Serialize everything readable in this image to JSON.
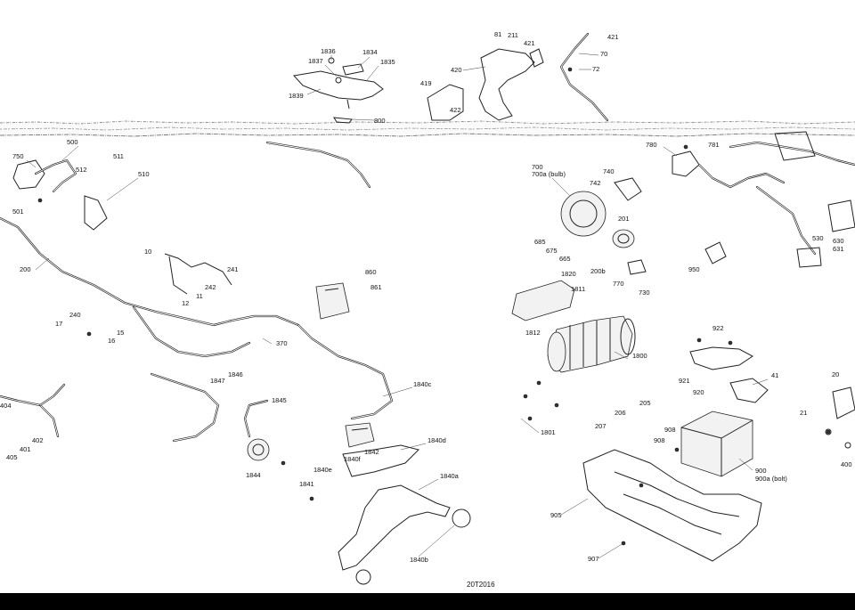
{
  "drawing_id": "20T2016",
  "callouts": [
    {
      "id": "c1836",
      "text": "1836"
    },
    {
      "id": "c1834",
      "text": "1834"
    },
    {
      "id": "c1837",
      "text": "1837"
    },
    {
      "id": "c1835",
      "text": "1835"
    },
    {
      "id": "c1839",
      "text": "1839"
    },
    {
      "id": "c800",
      "text": "800"
    },
    {
      "id": "c81",
      "text": "81"
    },
    {
      "id": "c211",
      "text": "211"
    },
    {
      "id": "c421a",
      "text": "421"
    },
    {
      "id": "c421b",
      "text": "421"
    },
    {
      "id": "c70",
      "text": "70"
    },
    {
      "id": "c72",
      "text": "72"
    },
    {
      "id": "c420",
      "text": "420"
    },
    {
      "id": "c419",
      "text": "419"
    },
    {
      "id": "c422",
      "text": "422"
    },
    {
      "id": "c750",
      "text": "750"
    },
    {
      "id": "c500",
      "text": "500"
    },
    {
      "id": "c512",
      "text": "512"
    },
    {
      "id": "c511",
      "text": "511"
    },
    {
      "id": "c510",
      "text": "510"
    },
    {
      "id": "c501",
      "text": "501"
    },
    {
      "id": "c200",
      "text": "200"
    },
    {
      "id": "c10",
      "text": "10"
    },
    {
      "id": "c241",
      "text": "241"
    },
    {
      "id": "c242",
      "text": "242"
    },
    {
      "id": "c11",
      "text": "11"
    },
    {
      "id": "c12",
      "text": "12"
    },
    {
      "id": "c17",
      "text": "17"
    },
    {
      "id": "c240",
      "text": "240"
    },
    {
      "id": "c15",
      "text": "15"
    },
    {
      "id": "c16",
      "text": "16"
    },
    {
      "id": "c370",
      "text": "370"
    },
    {
      "id": "c1847",
      "text": "1847"
    },
    {
      "id": "c1846",
      "text": "1846"
    },
    {
      "id": "c1845",
      "text": "1845"
    },
    {
      "id": "c1844",
      "text": "1844"
    },
    {
      "id": "c860",
      "text": "860"
    },
    {
      "id": "c861",
      "text": "861"
    },
    {
      "id": "c1840c",
      "text": "1840c"
    },
    {
      "id": "c1840d",
      "text": "1840d"
    },
    {
      "id": "c1842",
      "text": "1842"
    },
    {
      "id": "c1840f",
      "text": "1840f"
    },
    {
      "id": "c1840e",
      "text": "1840e"
    },
    {
      "id": "c1841",
      "text": "1841"
    },
    {
      "id": "c1840a",
      "text": "1840a"
    },
    {
      "id": "c1840b",
      "text": "1840b"
    },
    {
      "id": "c404",
      "text": "404"
    },
    {
      "id": "c402",
      "text": "402"
    },
    {
      "id": "c401",
      "text": "401"
    },
    {
      "id": "c405",
      "text": "405"
    },
    {
      "id": "c700",
      "text": "700"
    },
    {
      "id": "c700a",
      "text": "700a (bulb)"
    },
    {
      "id": "c740",
      "text": "740"
    },
    {
      "id": "c742",
      "text": "742"
    },
    {
      "id": "c201",
      "text": "201"
    },
    {
      "id": "c685",
      "text": "685"
    },
    {
      "id": "c675",
      "text": "675"
    },
    {
      "id": "c665",
      "text": "665"
    },
    {
      "id": "c200b",
      "text": "200b"
    },
    {
      "id": "c770",
      "text": "770"
    },
    {
      "id": "c730",
      "text": "730"
    },
    {
      "id": "c780",
      "text": "780"
    },
    {
      "id": "c781",
      "text": "781"
    },
    {
      "id": "c950",
      "text": "950"
    },
    {
      "id": "c530",
      "text": "530"
    },
    {
      "id": "c630",
      "text": "630"
    },
    {
      "id": "c631",
      "text": "631"
    },
    {
      "id": "c1820",
      "text": "1820"
    },
    {
      "id": "c1811",
      "text": "1811"
    },
    {
      "id": "c1812",
      "text": "1812"
    },
    {
      "id": "c1800",
      "text": "1800"
    },
    {
      "id": "c1801",
      "text": "1801"
    },
    {
      "id": "c922",
      "text": "922"
    },
    {
      "id": "c921",
      "text": "921"
    },
    {
      "id": "c920",
      "text": "920"
    },
    {
      "id": "c41",
      "text": "41"
    },
    {
      "id": "c205",
      "text": "205"
    },
    {
      "id": "c206",
      "text": "206"
    },
    {
      "id": "c207",
      "text": "207"
    },
    {
      "id": "c908a",
      "text": "908"
    },
    {
      "id": "c908b",
      "text": "908"
    },
    {
      "id": "c900",
      "text": "900"
    },
    {
      "id": "c900a",
      "text": "900a (bolt)"
    },
    {
      "id": "c905",
      "text": "905"
    },
    {
      "id": "c907",
      "text": "907"
    },
    {
      "id": "c20",
      "text": "20"
    },
    {
      "id": "c21",
      "text": "21"
    },
    {
      "id": "c400",
      "text": "400"
    }
  ]
}
